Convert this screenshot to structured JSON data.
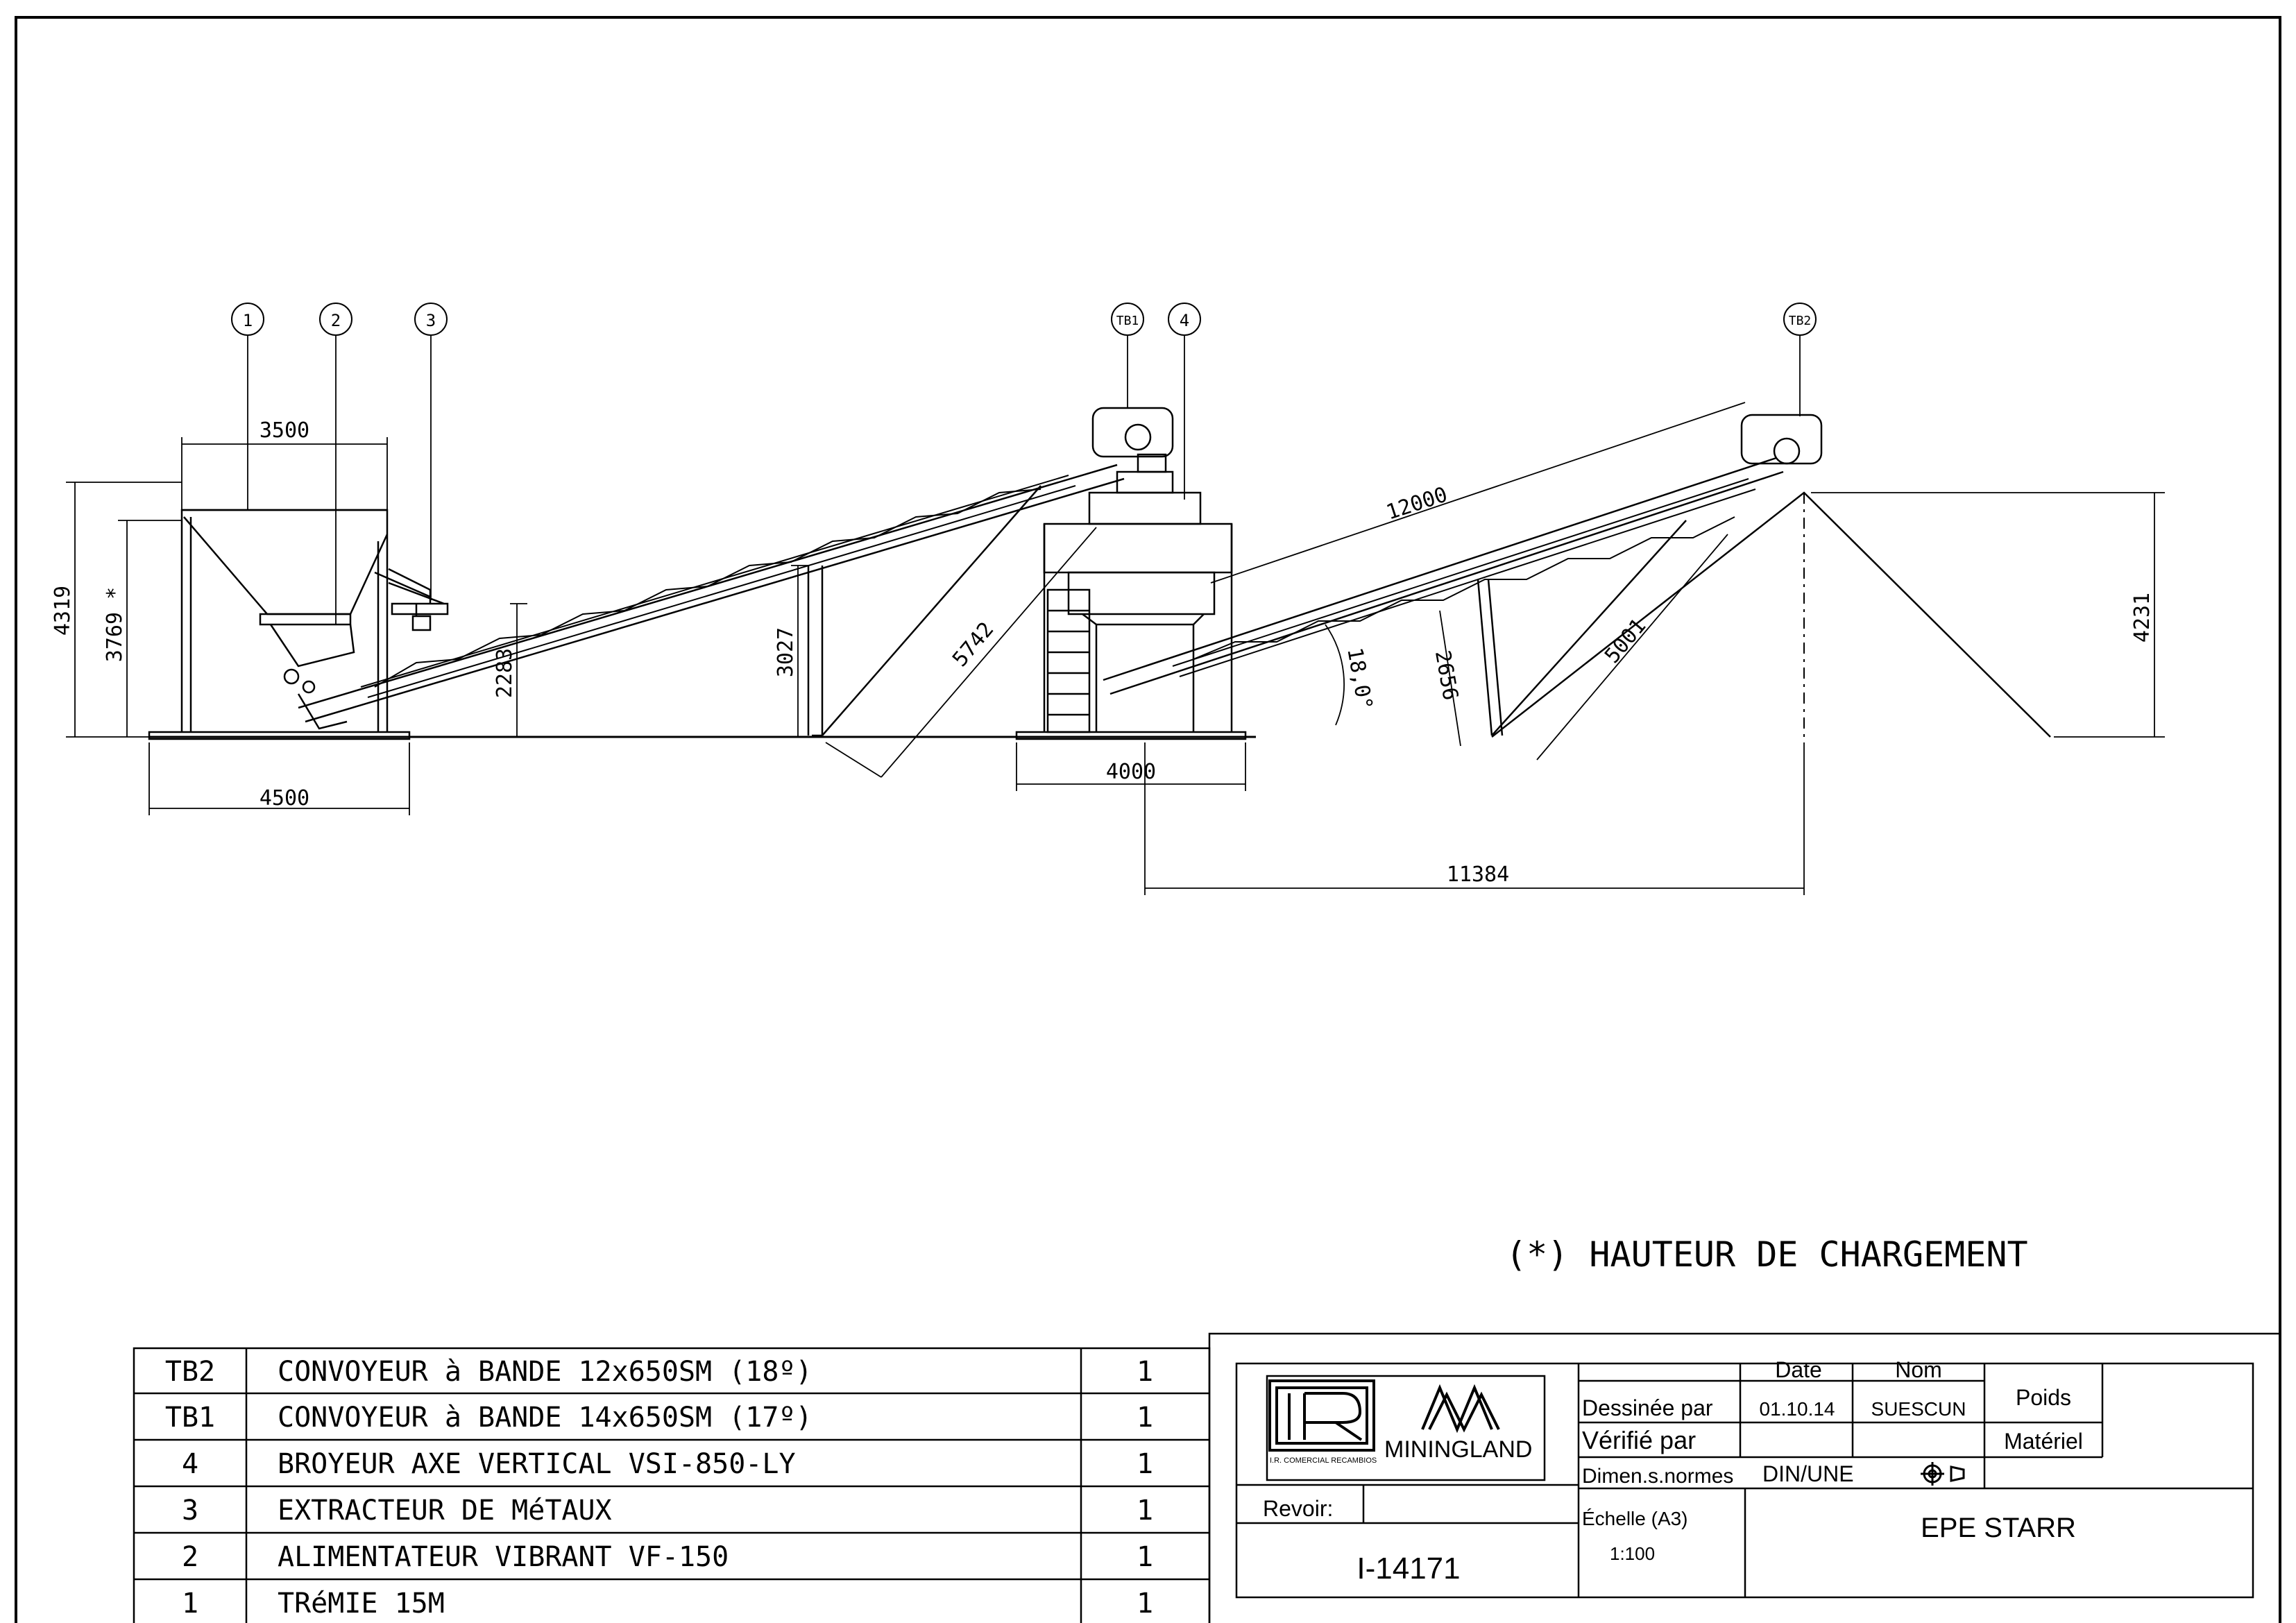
{
  "balloons": [
    {
      "tag": "1"
    },
    {
      "tag": "2"
    },
    {
      "tag": "3"
    },
    {
      "tag": "TB1"
    },
    {
      "tag": "4"
    },
    {
      "tag": "TB2"
    }
  ],
  "dimensions": {
    "hopper_width": "3500",
    "base_width": "4500",
    "total_height": "4319",
    "loading_height": "3769 *",
    "feeder_height": "2283",
    "support1_height": "3027",
    "incline1_length": "5742",
    "crusher_base": "4000",
    "conveyor2_length": "12000",
    "support2_height": "2656",
    "incline2_length": "5001",
    "angle": "18,0°",
    "pile_height": "4231",
    "horizontal_distance": "11384"
  },
  "note": "(*) HAUTEUR DE CHARGEMENT",
  "parts_list": [
    {
      "ref": "TB2",
      "description": "CONVOYEUR à BANDE 12x650SM (18º)",
      "qty": "1"
    },
    {
      "ref": "TB1",
      "description": "CONVOYEUR à BANDE 14x650SM (17º)",
      "qty": "1"
    },
    {
      "ref": "4",
      "description": "BROYEUR AXE VERTICAL VSI-850-LY",
      "qty": "1"
    },
    {
      "ref": "3",
      "description": "EXTRACTEUR DE MéTAUX",
      "qty": "1"
    },
    {
      "ref": "2",
      "description": "ALIMENTATEUR VIBRANT VF-150",
      "qty": "1"
    },
    {
      "ref": "1",
      "description": "TRéMIE 15M",
      "qty": "1"
    }
  ],
  "title_block": {
    "logo_left_text": "I.R. COMERCIAL RECAMBIOS",
    "logo_right_text": "MININGLAND",
    "col_date": "Date",
    "col_nom": "Nom",
    "col_poids": "Poids",
    "dessinee_label": "Dessinée par",
    "dessinee_date": "01.10.14",
    "dessinee_nom": "SUESCUN",
    "verifie_label": "Vérifié par",
    "materiel_label": "Matériel",
    "dimen_label": "Dimen.s.normes",
    "dimen_value": "DIN/UNE",
    "revoir_label": "Revoir:",
    "echelle_label": "Échelle (A3)",
    "echelle_value": "1:100",
    "drawing_number": "I-14171",
    "project_title": "EPE STARR"
  }
}
